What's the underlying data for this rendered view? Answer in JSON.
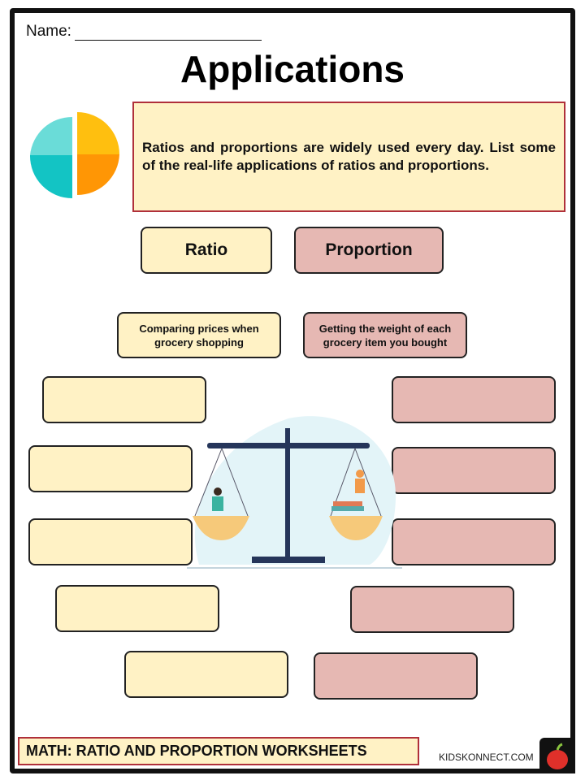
{
  "header": {
    "name_label": "Name:",
    "title": "Applications"
  },
  "instructions": "Ratios and proportions are widely used every day. List some of the real-life applications of ratios and proportions.",
  "columns": {
    "ratio": "Ratio",
    "proportion": "Proportion"
  },
  "examples": {
    "ratio": "Comparing prices when grocery shopping",
    "proportion": "Getting the weight of each grocery item you bought"
  },
  "footer": {
    "title": "MATH: RATIO AND PROPORTION  WORKSHEETS",
    "site": "KIDSKONNECT.COM"
  },
  "colors": {
    "yellow": "#fff2c5",
    "pink": "#e6b8b3",
    "border_red": "#b0303a"
  }
}
